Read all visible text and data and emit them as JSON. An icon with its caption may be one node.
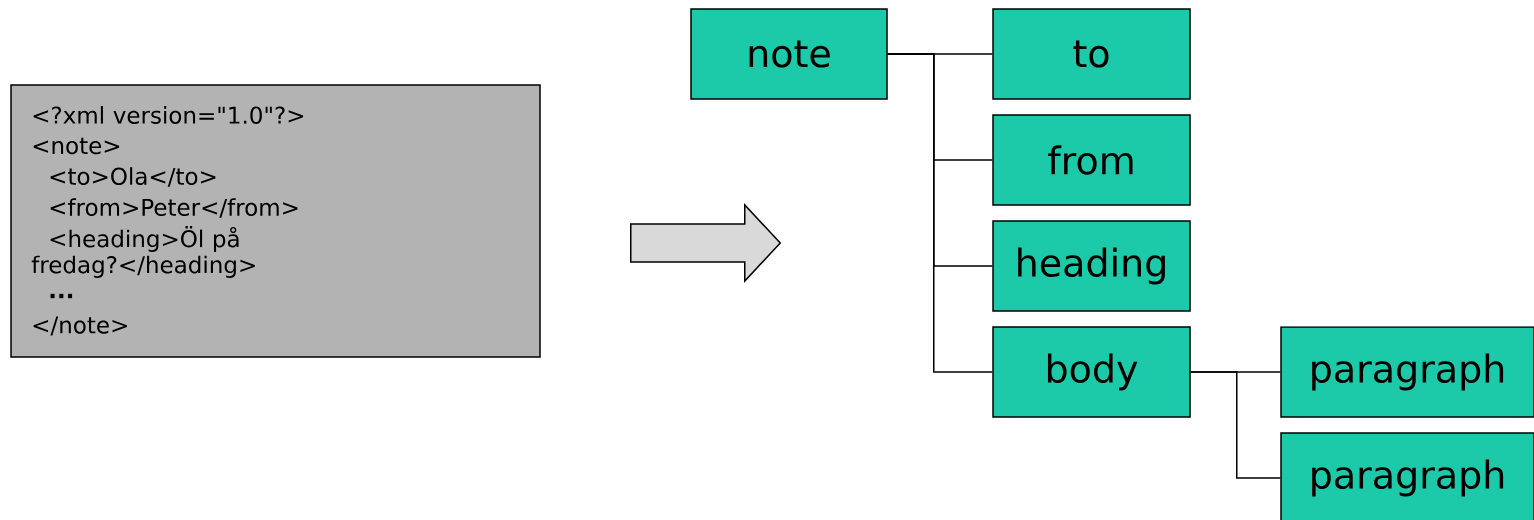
{
  "diagram": {
    "nodes": [
      {
        "text": [
          "<?xml version=\"1.0\"?>",
          "<note>",
          "<to>Ola</to>",
          "<from>Peter</from>",
          "<heading>Öl på fredag?</heading>",
          "...",
          "</note>"
        ]
      },
      {
        "text": [
          "note"
        ]
      },
      {
        "text": [
          "to"
        ]
      },
      {
        "text": [
          "from"
        ]
      },
      {
        "text": [
          "heading"
        ]
      },
      {
        "text": [
          "body"
        ]
      },
      {
        "text": [
          "paragraph"
        ]
      },
      {
        "text": [
          "paragraph"
        ]
      }
    ],
    "edges": [
      {
        "from": 0,
        "to": 1,
        "arrow": "to",
        "style": "thick"
      },
      {
        "from": 1,
        "to": 2,
        "arrow": "none"
      },
      {
        "from": 1,
        "to": 3,
        "arrow": "none"
      },
      {
        "from": 1,
        "to": 4,
        "arrow": "none"
      },
      {
        "from": 1,
        "to": 5,
        "arrow": "none"
      },
      {
        "from": 5,
        "to": 6,
        "arrow": "none"
      },
      {
        "from": 5,
        "to": 7,
        "arrow": "none"
      }
    ]
  }
}
